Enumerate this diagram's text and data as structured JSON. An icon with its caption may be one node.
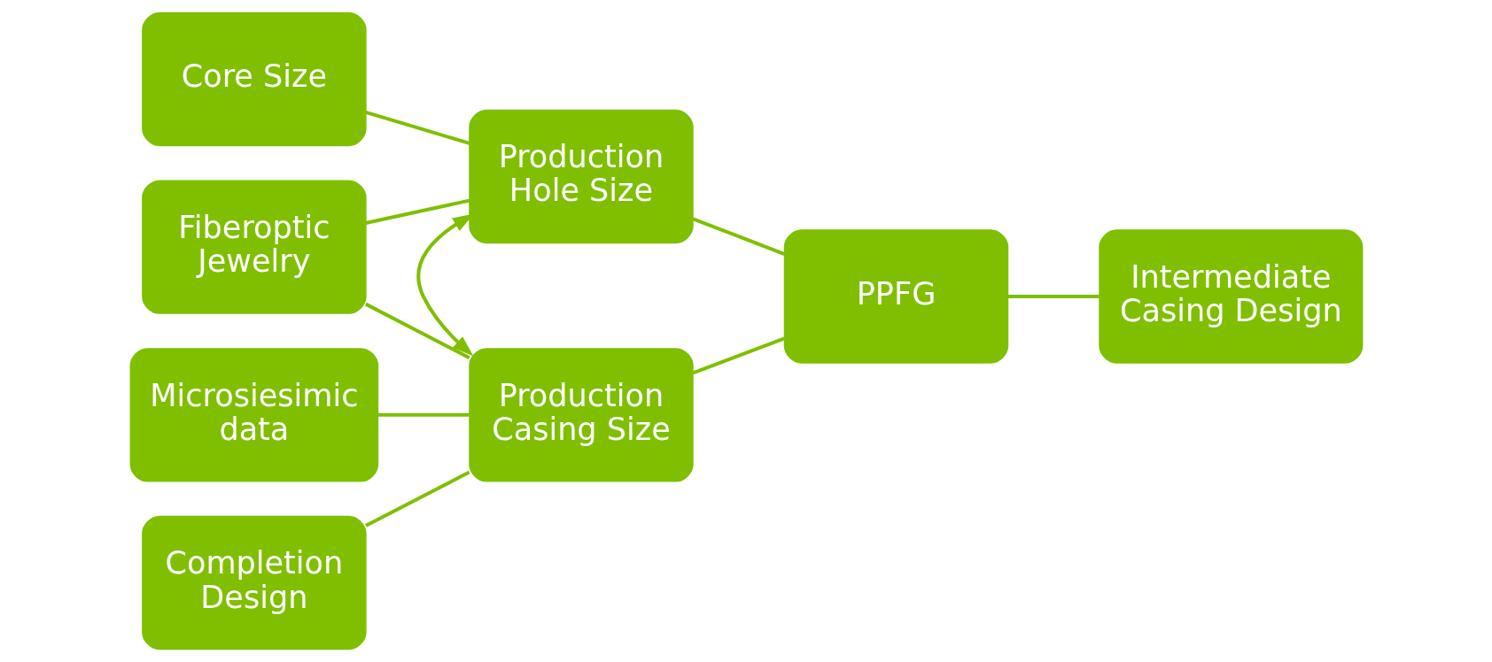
{
  "diagram": {
    "nodes": [
      {
        "text": [
          "Core Size"
        ]
      },
      {
        "text": [
          "Fiberoptic Jewelry"
        ]
      },
      {
        "text": [
          "Microsiesimic data"
        ]
      },
      {
        "text": [
          "Completion Design"
        ]
      },
      {
        "text": [
          "Production Hole Size"
        ]
      },
      {
        "text": [
          "Production Casing Size"
        ]
      },
      {
        "text": [
          "PPFG"
        ]
      },
      {
        "text": [
          "Intermediate Casing Design"
        ]
      }
    ],
    "edges": [
      {
        "from": 0,
        "to": 4,
        "arrow": "none"
      },
      {
        "from": 1,
        "to": 4,
        "arrow": "none"
      },
      {
        "from": 1,
        "to": 5,
        "arrow": "none"
      },
      {
        "from": 2,
        "to": 5,
        "arrow": "none"
      },
      {
        "from": 3,
        "to": 5,
        "arrow": "none"
      },
      {
        "from": 4,
        "to": 5,
        "arrow": "both"
      },
      {
        "from": 4,
        "to": 6,
        "arrow": "none"
      },
      {
        "from": 5,
        "to": 6,
        "arrow": "none"
      },
      {
        "from": 6,
        "to": 7,
        "arrow": "none"
      }
    ]
  }
}
